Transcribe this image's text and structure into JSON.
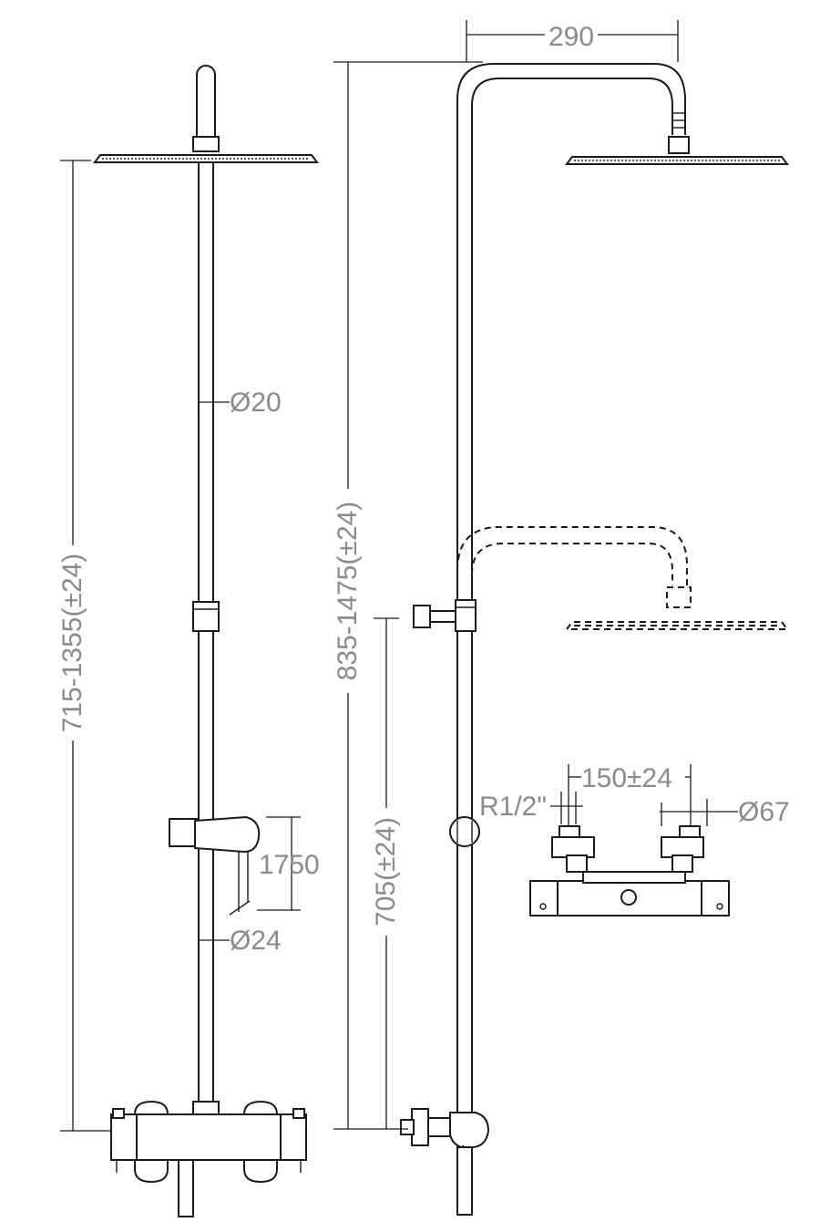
{
  "diagram": {
    "labels": {
      "pipe_upper_diameter": "Ø20",
      "pipe_lower_diameter": "Ø24",
      "holder_dimension": "1750",
      "left_total_height": "715-1355(±24)",
      "right_total_height": "835-1475(±24)",
      "arm_width": "290",
      "hand_shower_height": "705(±24)",
      "inlet_spacing": "150±24",
      "thread_size": "R1/2\"",
      "escutcheon_diameter": "Ø67"
    }
  }
}
